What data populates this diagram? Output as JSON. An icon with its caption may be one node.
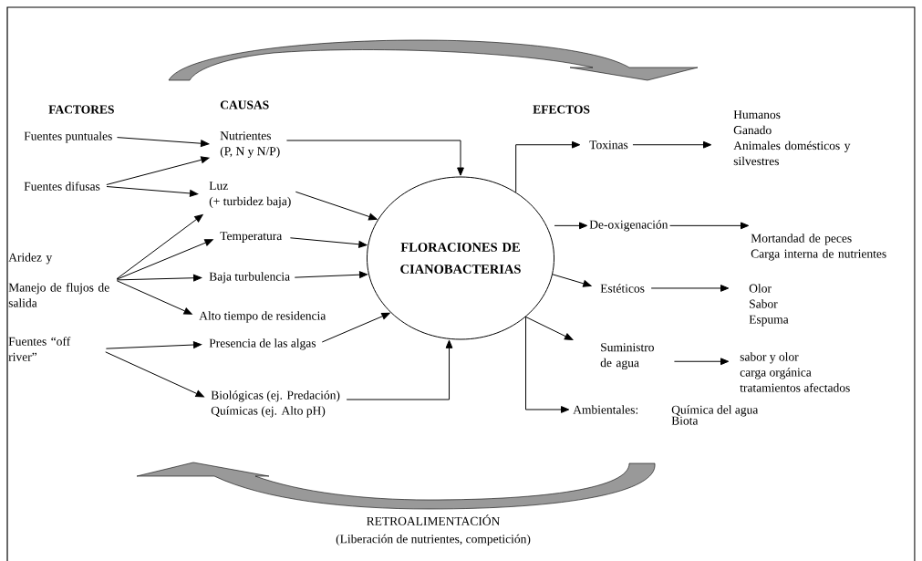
{
  "diagram": {
    "nodes": [
      {
        "text": [
          "Fuentes puntuales"
        ]
      },
      {
        "text": [
          "Fuentes difusas"
        ]
      },
      {
        "text": [
          "Aridez  y",
          "Manejo de flujos de salida"
        ]
      },
      {
        "text": [
          "Fuentes “off river”"
        ]
      },
      {
        "text": [
          "Nutrientes",
          "(P, N y N/P)"
        ]
      },
      {
        "text": [
          "Luz",
          "(+ turbidez baja)"
        ]
      },
      {
        "text": [
          "Temperatura"
        ]
      },
      {
        "text": [
          "Baja turbulencia"
        ]
      },
      {
        "text": [
          "Alto tiempo de residencia"
        ]
      },
      {
        "text": [
          "Presencia de las algas"
        ]
      },
      {
        "text": [
          "Biológicas (ej. Predación)",
          "Químicas (ej. Alto pH)"
        ]
      },
      {
        "text": [
          "FLORACIONES DE CIANOBACTERIAS"
        ]
      },
      {
        "text": [
          "Toxinas"
        ]
      },
      {
        "text": [
          "De-oxigenación"
        ]
      },
      {
        "text": [
          "Estéticos"
        ]
      },
      {
        "text": [
          "Suministro de agua"
        ]
      },
      {
        "text": [
          "Ambientales:"
        ]
      },
      {
        "text": [
          "Humanos",
          "Ganado",
          "Animales domésticos y silvestres"
        ]
      },
      {
        "text": [
          "Mortandad de peces",
          "Carga interna de nutrientes"
        ]
      },
      {
        "text": [
          "Olor",
          "Sabor",
          "Espuma"
        ]
      },
      {
        "text": [
          "sabor y olor",
          "carga orgánica",
          "tratamientos afectados"
        ]
      }
    ],
    "edges": [
      {
        "from": 0,
        "to": 4,
        "arrow": "to"
      },
      {
        "from": 1,
        "to": 4,
        "arrow": "to"
      },
      {
        "from": 1,
        "to": 5,
        "arrow": "to"
      },
      {
        "from": 2,
        "to": 5,
        "arrow": "to"
      },
      {
        "from": 2,
        "to": 6,
        "arrow": "to"
      },
      {
        "from": 2,
        "to": 7,
        "arrow": "to"
      },
      {
        "from": 2,
        "to": 8,
        "arrow": "to"
      },
      {
        "from": 3,
        "to": 9,
        "arrow": "to"
      },
      {
        "from": 3,
        "to": 10,
        "arrow": "to"
      },
      {
        "from": 4,
        "to": 11,
        "arrow": "to"
      },
      {
        "from": 5,
        "to": 11,
        "arrow": "to"
      },
      {
        "from": 6,
        "to": 11,
        "arrow": "to"
      },
      {
        "from": 7,
        "to": 11,
        "arrow": "to"
      },
      {
        "from": 9,
        "to": 11,
        "arrow": "to"
      },
      {
        "from": 10,
        "to": 11,
        "arrow": "to"
      },
      {
        "from": 11,
        "to": 12,
        "arrow": "to"
      },
      {
        "from": 11,
        "to": 13,
        "arrow": "to"
      },
      {
        "from": 11,
        "to": 14,
        "arrow": "to"
      },
      {
        "from": 11,
        "to": 15,
        "arrow": "to"
      },
      {
        "from": 11,
        "to": 16,
        "arrow": "to"
      },
      {
        "from": 12,
        "to": 17,
        "arrow": "to"
      },
      {
        "from": 13,
        "to": 18,
        "arrow": "to"
      },
      {
        "from": 14,
        "to": 19,
        "arrow": "to"
      },
      {
        "from": 15,
        "to": 20,
        "arrow": "to"
      }
    ],
    "labels": [
      "FACTORES",
      "CAUSAS",
      "EFECTOS",
      "RETROALIMENTACIÓN",
      "(Liberación de nutrientes, competición)",
      "Química del agua Biota"
    ]
  }
}
